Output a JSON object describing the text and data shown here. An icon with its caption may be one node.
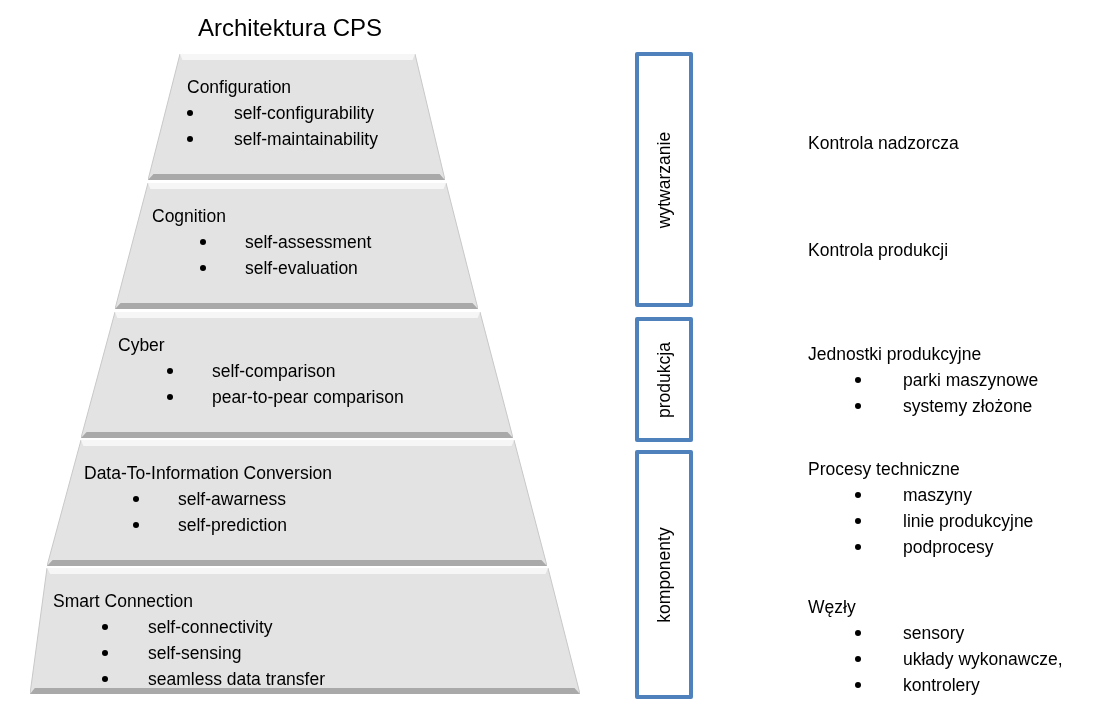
{
  "diagram": {
    "title": "Architektura CPS",
    "nodes": [
      {
        "text": [
          "Configuration",
          "self-configurability",
          "self-maintainability"
        ]
      },
      {
        "text": [
          "Cognition",
          "self-assessment",
          "self-evaluation"
        ]
      },
      {
        "text": [
          "Cyber",
          "self-comparison",
          "pear-to-pear comparison"
        ]
      },
      {
        "text": [
          "Data-To-Information Conversion",
          "self-awarness",
          "self-prediction"
        ]
      },
      {
        "text": [
          "Smart Connection",
          "self-connectivity",
          "self-sensing",
          "seamless data transfer"
        ]
      },
      {
        "text": [
          "wytwarzanie"
        ]
      },
      {
        "text": [
          "produkcja"
        ]
      },
      {
        "text": [
          "komponenty"
        ]
      }
    ],
    "edges": [],
    "labels": [
      "Kontrola nadzorcza",
      "Kontrola produkcji",
      "Jednostki produkcyjne",
      "parki maszynowe",
      "systemy złożone",
      "Procesy techniczne",
      "maszyny",
      "linie produkcyjne",
      "podprocesy",
      "Węzły",
      "sensory",
      "układy wykonawcze,",
      "kontrolery"
    ]
  }
}
